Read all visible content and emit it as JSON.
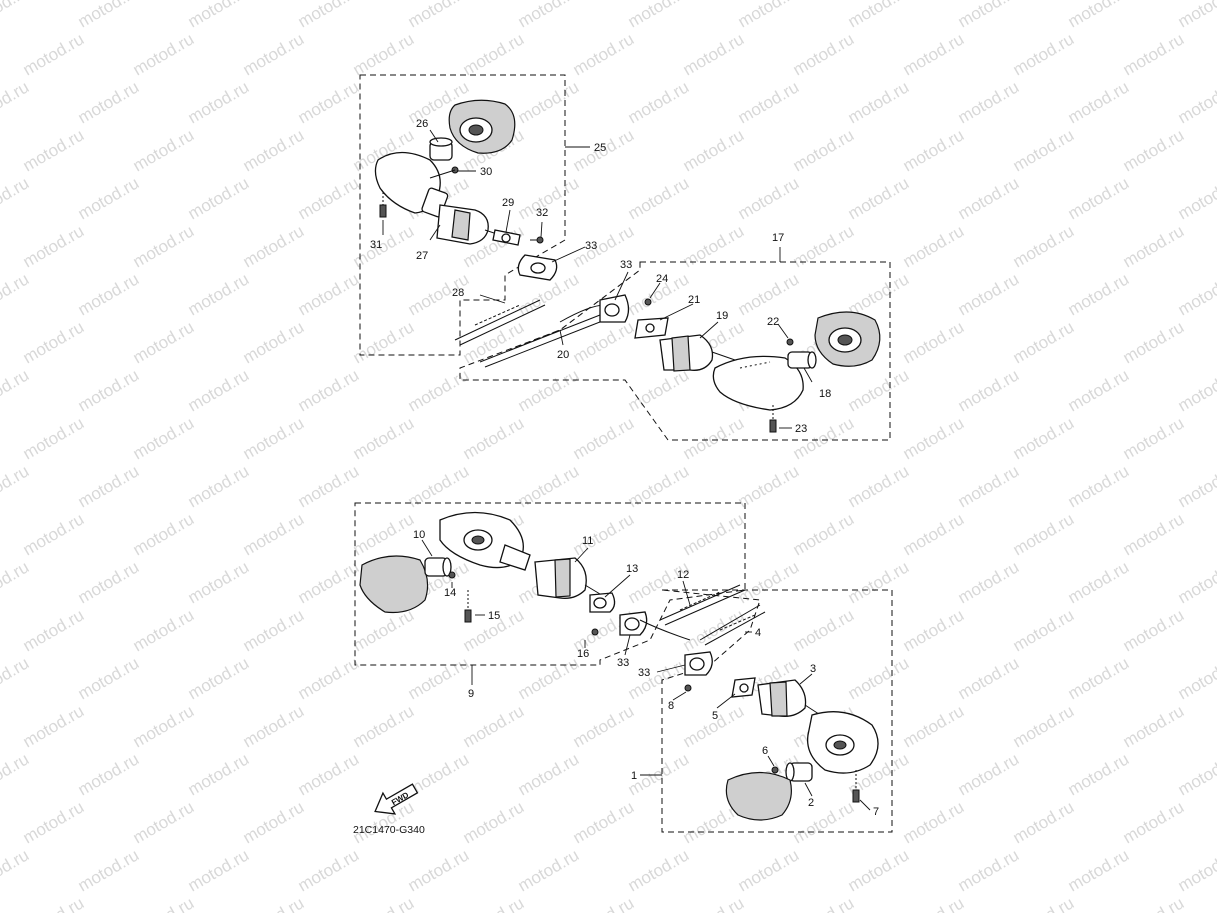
{
  "watermark": {
    "text": "motod.ru"
  },
  "diagram": {
    "drawing_code": "21C1470-G340",
    "fwd_label": "FWD",
    "callouts": {
      "c1": "1",
      "c2": "2",
      "c3": "3",
      "c4": "4",
      "c5": "5",
      "c6": "6",
      "c7": "7",
      "c8": "8",
      "c9": "9",
      "c10": "10",
      "c11": "11",
      "c12": "12",
      "c13": "13",
      "c14": "14",
      "c15": "15",
      "c16": "16",
      "c17": "17",
      "c18": "18",
      "c19": "19",
      "c20": "20",
      "c21": "21",
      "c22": "22",
      "c23": "23",
      "c24": "24",
      "c25": "25",
      "c26": "26",
      "c27": "27",
      "c28": "28",
      "c29": "29",
      "c30": "30",
      "c31": "31",
      "c32": "32",
      "c33a": "33",
      "c33b": "33",
      "c33c": "33",
      "c33d": "33"
    }
  }
}
